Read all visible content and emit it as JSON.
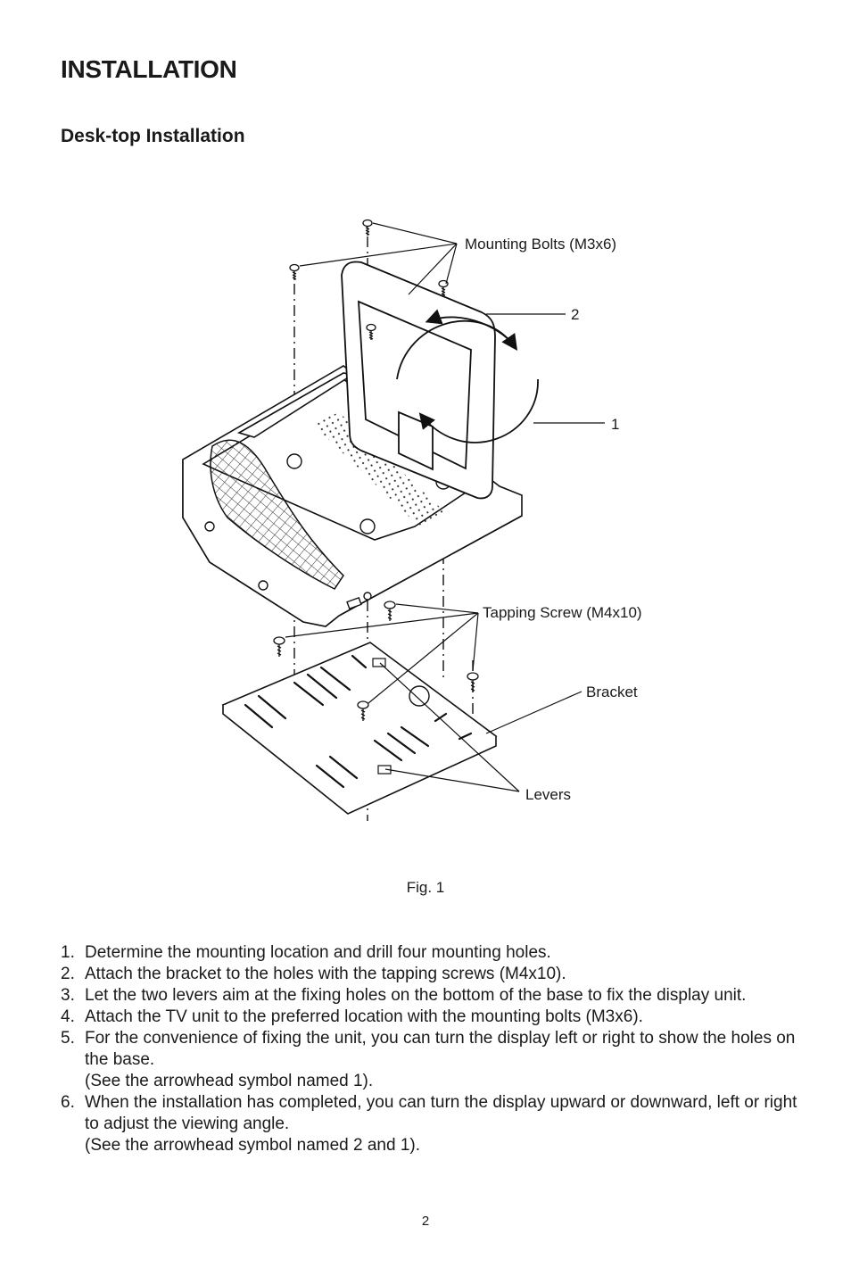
{
  "page": {
    "title": "INSTALLATION",
    "subtitle": "Desk-top Installation",
    "page_number": "2"
  },
  "figure": {
    "caption": "Fig. 1",
    "labels": {
      "mounting_bolts": "Mounting Bolts (M3x6)",
      "rotation_2": "2",
      "rotation_1": "1",
      "tapping_screw": "Tapping Screw (M4x10)",
      "bracket": "Bracket",
      "levers": "Levers"
    }
  },
  "steps": [
    {
      "num": "1.",
      "text": "Determine the mounting location and drill four mounting holes."
    },
    {
      "num": "2.",
      "text": "Attach the bracket to the holes with the tapping screws (M4x10)."
    },
    {
      "num": "3.",
      "text": "Let the two levers aim at the fixing holes on the bottom of the base to fix the display unit."
    },
    {
      "num": "4.",
      "text": "Attach the TV unit to the preferred location with the mounting bolts (M3x6)."
    },
    {
      "num": "5.",
      "text": "For the convenience of fixing the unit, you can turn the display left or right to show the holes on the base.",
      "note": "(See the arrowhead symbol named 1)."
    },
    {
      "num": "6.",
      "text": "When the installation has completed, you can turn the display upward or downward, left or right to adjust the viewing angle.",
      "note": "(See the arrowhead symbol named 2 and 1)."
    }
  ]
}
